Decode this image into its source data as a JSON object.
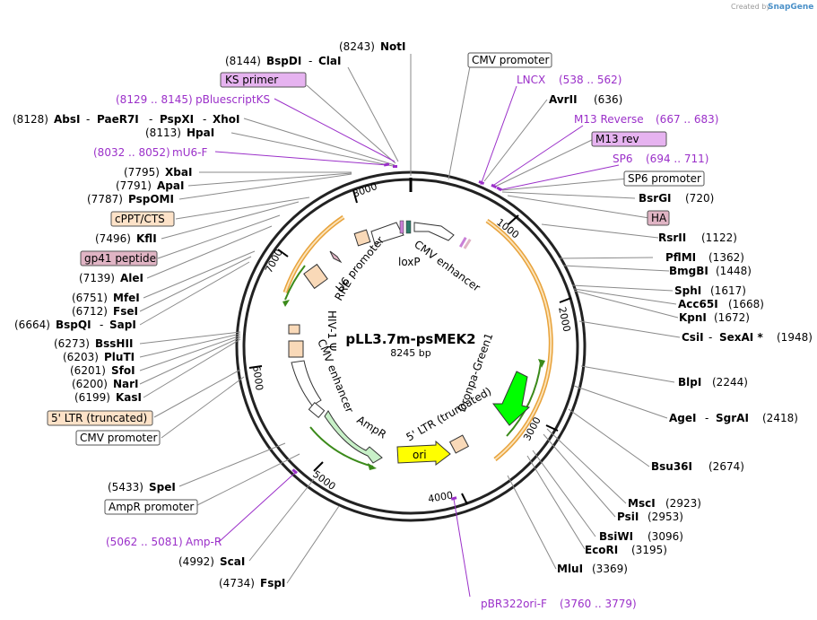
{
  "credit": {
    "prefix": "Created by",
    "brand": "SnapGene"
  },
  "plasmid": {
    "name": "pLL3.7m-psMEK2",
    "length": "8245 bp"
  },
  "ticks": [
    "1000",
    "2000",
    "3000",
    "4000",
    "5000",
    "6000",
    "7000",
    "8000"
  ],
  "features": [
    {
      "name": "U6 promoter",
      "color": "#ffffff"
    },
    {
      "name": "loxP",
      "color": "#c97fd6"
    },
    {
      "name": "CMV enhancer",
      "color": "#ffffff"
    },
    {
      "name": "RRE",
      "color": "#f4c6a4"
    },
    {
      "name": "HIV-1 Ψ",
      "color": "#f4c6a4"
    },
    {
      "name": "CMV enhancer",
      "color": "#ffffff"
    },
    {
      "name": "AmpR",
      "color": "#c8f0c8"
    },
    {
      "name": "ori",
      "color": "#ffff00"
    },
    {
      "name": "5' LTR (truncated)",
      "color": "#f9d9b8"
    },
    {
      "name": "Dronpa-Green1",
      "color": "#00ff00"
    }
  ],
  "labels": [
    {
      "pos": "(8243)",
      "name": "NotI"
    },
    {
      "pos": "(8144)",
      "name": "BspDI",
      "name2": "ClaI"
    },
    {
      "box": "KS primer",
      "box_color": "#e6b3f0"
    },
    {
      "range": "(8129 .. 8145)",
      "pname": "pBluescriptKS"
    },
    {
      "pos": "(8128)",
      "name": "AbsI",
      "name2": "PaeR7I",
      "name3": "PspXI",
      "name4": "XhoI"
    },
    {
      "pos": "(8113)",
      "name": "HpaI"
    },
    {
      "range": "(8032 .. 8052)",
      "pname": "mU6-F"
    },
    {
      "pos": "(7795)",
      "name": "XbaI"
    },
    {
      "pos": "(7791)",
      "name": "ApaI"
    },
    {
      "pos": "(7787)",
      "name": "PspOMI"
    },
    {
      "box": "cPPT/CTS",
      "box_color": "#fde2c8"
    },
    {
      "pos": "(7496)",
      "name": "KflI"
    },
    {
      "box": "gp41 peptide",
      "box_color": "#e0b4c4"
    },
    {
      "pos": "(7139)",
      "name": "AleI"
    },
    {
      "pos": "(6751)",
      "name": "MfeI"
    },
    {
      "pos": "(6712)",
      "name": "FseI"
    },
    {
      "pos": "(6664)",
      "name": "BspQI",
      "name2": "SapI"
    },
    {
      "pos": "(6273)",
      "name": "BssHII"
    },
    {
      "pos": "(6203)",
      "name": "PluTI"
    },
    {
      "pos": "(6201)",
      "name": "SfoI"
    },
    {
      "pos": "(6200)",
      "name": "NarI"
    },
    {
      "pos": "(6199)",
      "name": "KasI"
    },
    {
      "box": "5' LTR (truncated)",
      "box_color": "#fde2c8"
    },
    {
      "box": "CMV promoter",
      "box_color": "#ffffff"
    },
    {
      "pos": "(5433)",
      "name": "SpeI"
    },
    {
      "box": "AmpR promoter",
      "box_color": "#ffffff"
    },
    {
      "range": "(5062 .. 5081)",
      "pname": "Amp-R"
    },
    {
      "pos": "(4992)",
      "name": "ScaI"
    },
    {
      "pos": "(4734)",
      "name": "FspI"
    },
    {
      "box": "CMV promoter",
      "box_color": "#ffffff"
    },
    {
      "pname": "LNCX",
      "range": "(538 .. 562)"
    },
    {
      "name": "AvrII",
      "pos": "(636)"
    },
    {
      "pname": "M13 Reverse",
      "range": "(667 .. 683)"
    },
    {
      "box": "M13 rev",
      "box_color": "#e6b3f0"
    },
    {
      "pname": "SP6",
      "range": "(694 .. 711)"
    },
    {
      "box": "SP6 promoter",
      "box_color": "#ffffff"
    },
    {
      "name": "BsrGI",
      "pos": "(720)"
    },
    {
      "box": "HA",
      "box_color": "#e0b4c4"
    },
    {
      "name": "RsrII",
      "pos": "(1122)"
    },
    {
      "name": "PflMI",
      "pos": "(1362)"
    },
    {
      "name": "BmgBI",
      "pos": "(1448)"
    },
    {
      "name": "SphI",
      "pos": "(1617)"
    },
    {
      "name": "Acc65I",
      "pos": "(1668)"
    },
    {
      "name": "KpnI",
      "pos": "(1672)"
    },
    {
      "name": "CsiI",
      "name2": "SexAI *",
      "pos": "(1948)"
    },
    {
      "name": "BlpI",
      "pos": "(2244)"
    },
    {
      "name": "AgeI",
      "name2": "SgrAI",
      "pos": "(2418)"
    },
    {
      "name": "Bsu36I",
      "pos": "(2674)"
    },
    {
      "name": "MscI",
      "pos": "(2923)"
    },
    {
      "name": "PsiI",
      "pos": "(2953)"
    },
    {
      "name": "BsiWI",
      "pos": "(3096)"
    },
    {
      "name": "EcoRI",
      "pos": "(3195)"
    },
    {
      "name": "MluI",
      "pos": "(3369)"
    },
    {
      "pname": "pBR322ori-F",
      "range": "(3760 .. 3779)"
    }
  ]
}
